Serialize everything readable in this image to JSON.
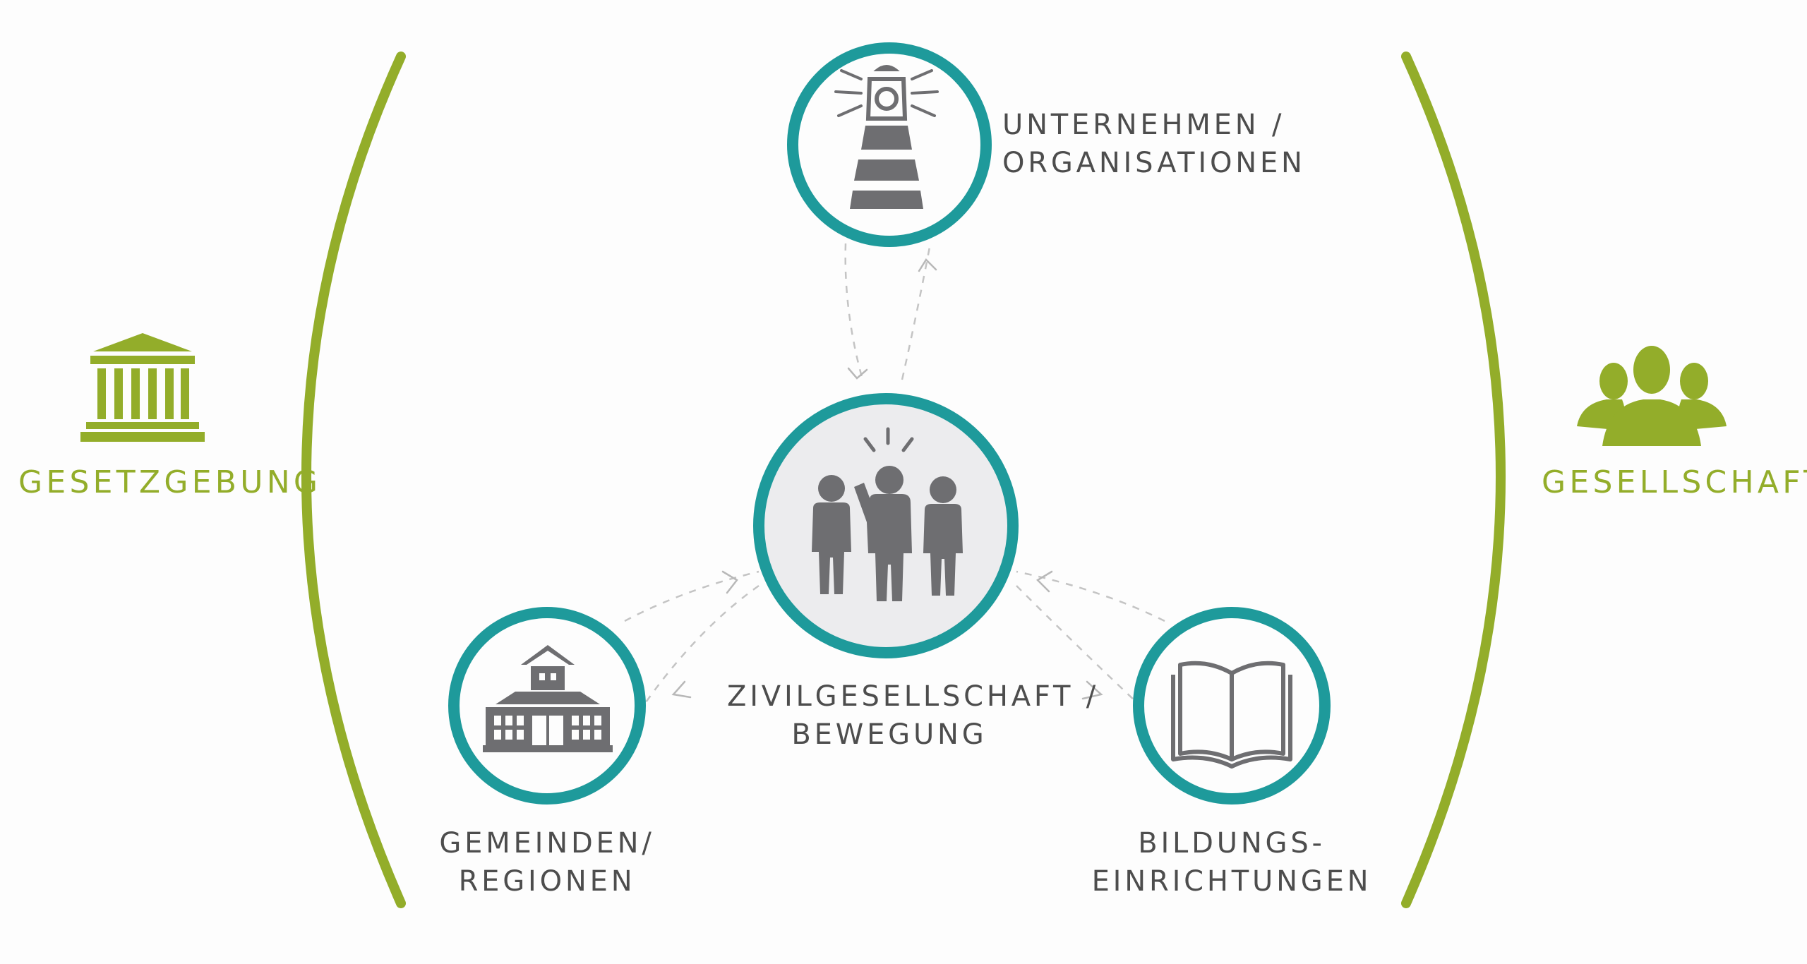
{
  "colors": {
    "teal": "#1e9a9b",
    "green": "#93ad2a",
    "icon_grey": "#6e6e71",
    "text_grey": "#4d4d4d",
    "center_fill": "#ececee"
  },
  "left": {
    "label": "GESETZGEBUNG",
    "icon": "classical-building-icon"
  },
  "right": {
    "label": "GESELLSCHAFT",
    "icon": "people-group-icon"
  },
  "nodes": {
    "top": {
      "lines": [
        "UNTERNEHMEN /",
        "ORGANISATIONEN"
      ],
      "icon": "lighthouse-icon"
    },
    "center": {
      "lines": [
        "ZIVILGESELLSCHAFT /",
        "BEWEGUNG"
      ],
      "icon": "activist-group-icon"
    },
    "left": {
      "lines": [
        "GEMEINDEN/",
        "REGIONEN"
      ],
      "icon": "town-hall-icon"
    },
    "right": {
      "lines": [
        "BILDUNGS-",
        "EINRICHTUNGEN"
      ],
      "icon": "open-book-icon"
    }
  }
}
